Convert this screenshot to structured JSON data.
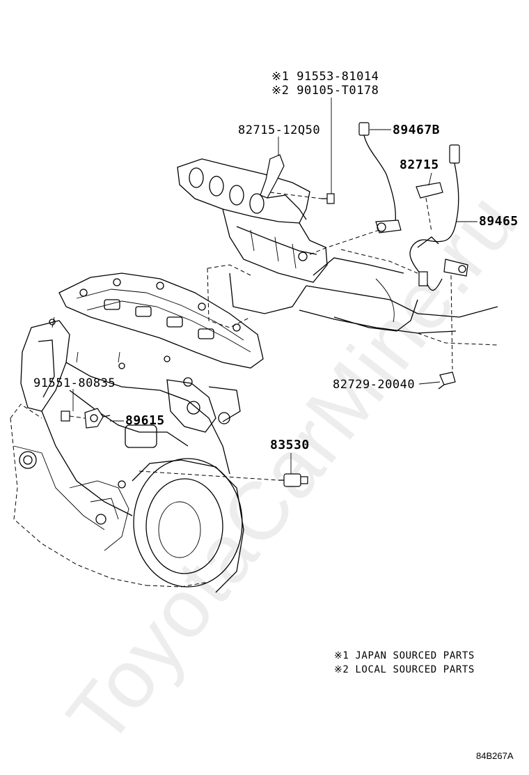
{
  "callouts": {
    "bolt_note1_mark": "※1",
    "bolt_note1_part": "91553-81014",
    "bolt_note2_mark": "※2",
    "bolt_note2_part": "90105-T0178",
    "bracket_manifold": "82715-12Q50",
    "sensor_top": "89467B",
    "bracket_small": "82715",
    "sensor_o2": "89465",
    "clamp": "82729-20040",
    "bolt_knock": "91551-80835",
    "knock_sensor": "89615",
    "oil_pressure": "83530"
  },
  "notes": {
    "japan": "※1 JAPAN SOURCED PARTS",
    "local": "※2 LOCAL SOURCED PARTS"
  },
  "figure_code": "84B267A",
  "watermark": "ToyotaCarMine.ru"
}
